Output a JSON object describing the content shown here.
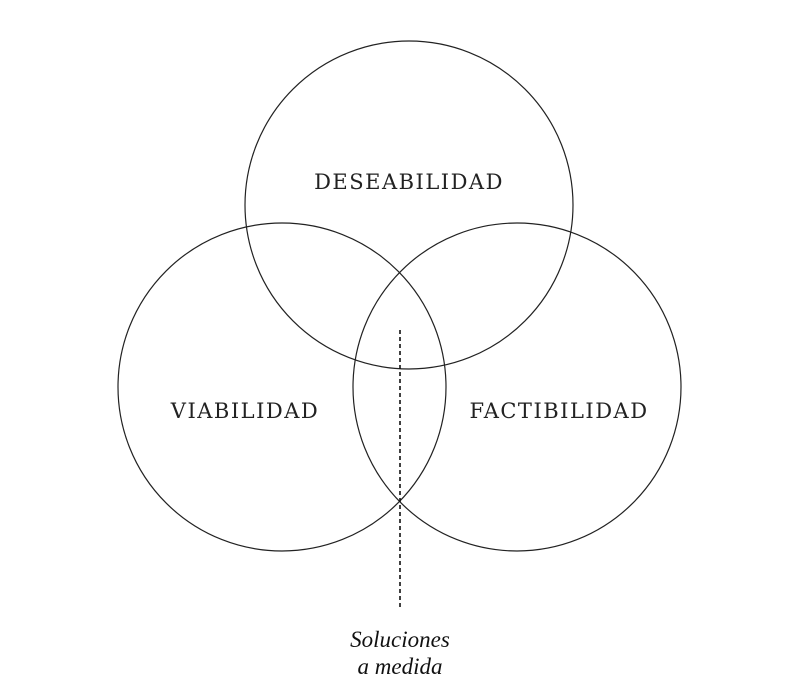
{
  "diagram": {
    "top_circle_label": "DESEABILIDAD",
    "left_circle_label": "VIABILIDAD",
    "right_circle_label": "FACTIBILIDAD",
    "caption_line_1": "Soluciones",
    "caption_line_2": "a medida"
  },
  "colors": {
    "stroke": "#222222",
    "background": "#ffffff"
  }
}
